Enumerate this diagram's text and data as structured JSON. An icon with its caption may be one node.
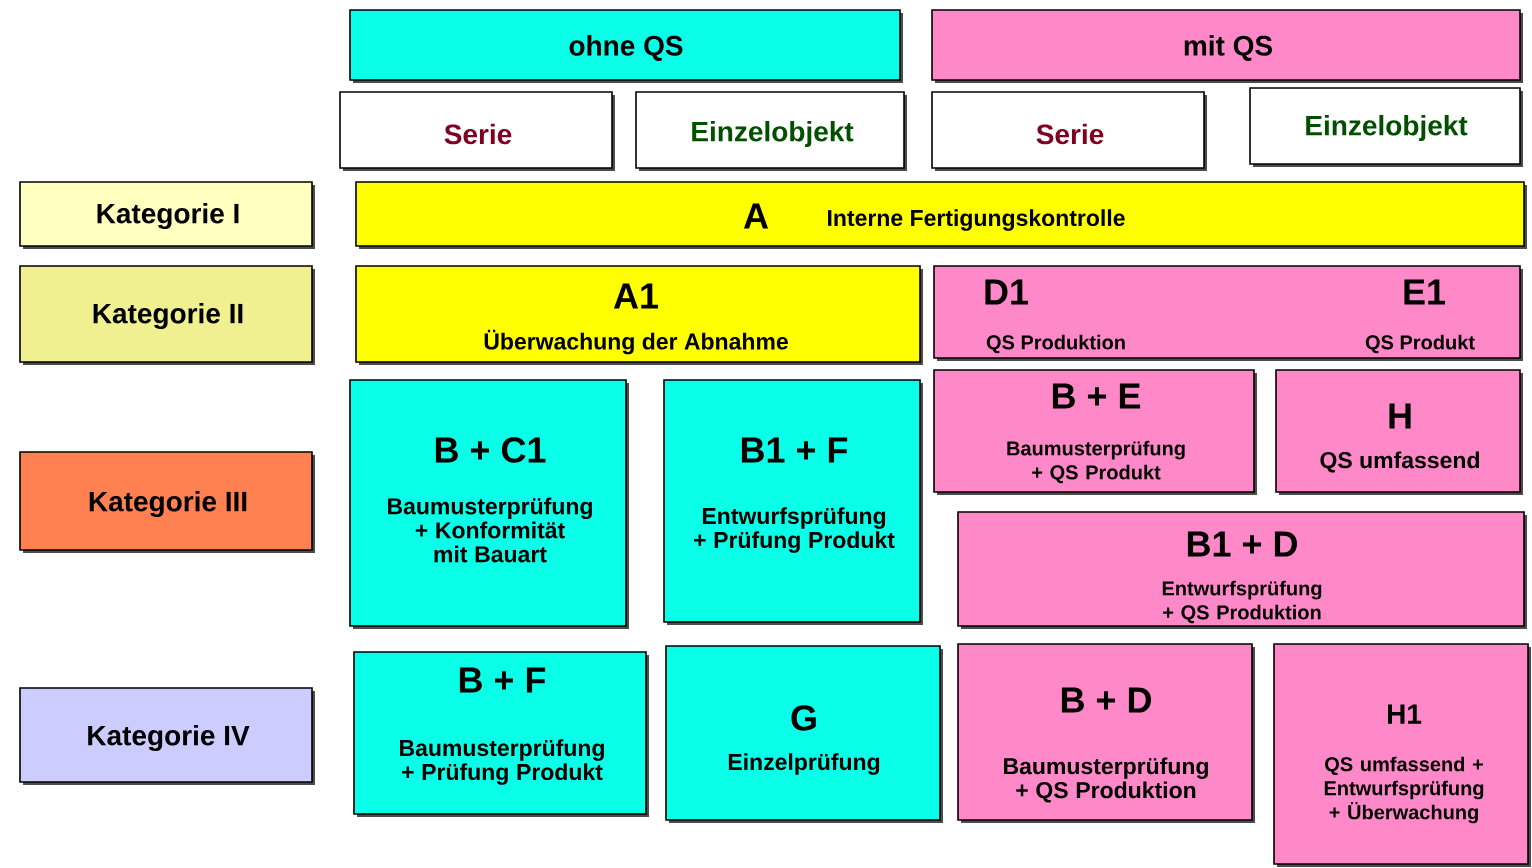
{
  "diagram": {
    "nodes": [
      {
        "text": [
          "ohne QS"
        ]
      },
      {
        "text": [
          "mit QS"
        ]
      },
      {
        "text": [
          "Serie"
        ]
      },
      {
        "text": [
          "Einzelobjekt"
        ]
      },
      {
        "text": [
          "Serie"
        ]
      },
      {
        "text": [
          "Einzelobjekt"
        ]
      },
      {
        "text": [
          "Kategorie I"
        ]
      },
      {
        "text": [
          "A",
          "Interne Fertigungskontrolle"
        ]
      },
      {
        "text": [
          "Kategorie II"
        ]
      },
      {
        "text": [
          "A1",
          "Überwachung der Abnahme"
        ]
      },
      {
        "text": [
          "D1",
          "QS Produktion",
          "E1",
          "QS Produkt"
        ]
      },
      {
        "text": [
          "Kategorie III"
        ]
      },
      {
        "text": [
          "B + C1",
          "Baumusterprüfung + Konformität mit Bauart"
        ]
      },
      {
        "text": [
          "B1 + F",
          "Entwurfsprüfung + Prüfung Produkt"
        ]
      },
      {
        "text": [
          "B + E",
          "Baumusterprüfung + QS Produkt"
        ]
      },
      {
        "text": [
          "H",
          "QS umfassend"
        ]
      },
      {
        "text": [
          "B1 + D",
          "Entwurfsprüfung + QS Produktion"
        ]
      },
      {
        "text": [
          "Kategorie IV"
        ]
      },
      {
        "text": [
          "B + F",
          "Baumusterprüfung + Prüfung Produkt"
        ]
      },
      {
        "text": [
          "G",
          "Einzelprüfung"
        ]
      },
      {
        "text": [
          "B + D",
          "Baumusterprüfung + QS Produktion"
        ]
      },
      {
        "text": [
          "H1",
          "QS umfassend + Entwurfsprüfung + Überwachung"
        ]
      }
    ]
  }
}
